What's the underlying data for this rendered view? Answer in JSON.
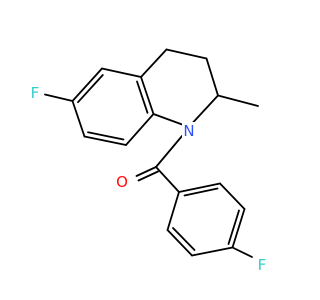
{
  "molecule": {
    "atoms": {
      "fluorine_top": {
        "symbol": "F",
        "color": "#33cccc"
      },
      "nitrogen": {
        "symbol": "N",
        "color": "#3050f8"
      },
      "oxygen": {
        "symbol": "O",
        "color": "#ff0d0d"
      },
      "fluorine_bottom": {
        "symbol": "F",
        "color": "#33cccc"
      }
    },
    "bond_color": "#000000",
    "background": "#ffffff"
  }
}
